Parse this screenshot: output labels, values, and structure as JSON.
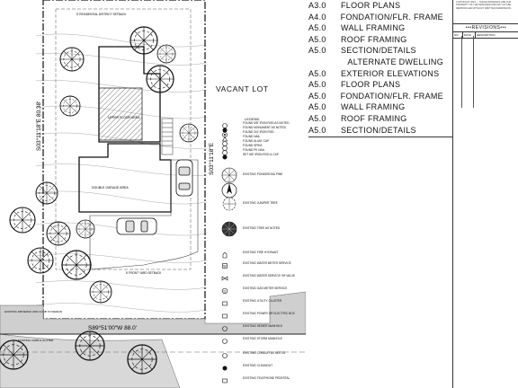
{
  "sheet_index": [
    {
      "num": "A3.0",
      "title": "FLOOR PLANS"
    },
    {
      "num": "A4.0",
      "title": "FONDATION/FLR. FRAME"
    },
    {
      "num": "A5.0",
      "title": "WALL FRAMING"
    },
    {
      "num": "A5.0",
      "title": "ROOF FRAMING"
    },
    {
      "num": "A5.0",
      "title": "SECTION/DETAILS"
    },
    {
      "num": "",
      "title": "ALTERNATE DWELLING",
      "alt": true
    },
    {
      "num": "A5.0",
      "title": "EXTERIOR ELEVATIONS"
    },
    {
      "num": "A5.0",
      "title": "FLOOR PLANS"
    },
    {
      "num": "A5.0",
      "title": "FONDATION/FLR. FRAME"
    },
    {
      "num": "A5.0",
      "title": "WALL FRAMING"
    },
    {
      "num": "A5.0",
      "title": "ROOF FRAMING"
    },
    {
      "num": "A5.0",
      "title": "SECTION/DETAILS"
    }
  ],
  "vacant_lot": "VACANT LOT",
  "legend": {
    "title": "LEGEND",
    "items": [
      {
        "label": "FOUND 5/8\" IRON ROD AS NOTED",
        "symbol": "circle"
      },
      {
        "label": "FOUND MONUMENT AS NOTED",
        "symbol": "dot"
      },
      {
        "label": "FOUND 3/4\" IRON ROD",
        "symbol": "circle-dot"
      },
      {
        "label": "FOUND NAIL",
        "symbol": "triangle"
      },
      {
        "label": "FOUND ALUM. CAP",
        "symbol": "circle"
      },
      {
        "label": "FOUND SPIKE",
        "symbol": "circle"
      },
      {
        "label": "FOUND PK NAIL",
        "symbol": "circle"
      },
      {
        "label": "SET 5/8\" IRON ROD & CAP",
        "symbol": "dot"
      },
      {
        "label": "EXISTING PONDEROSA PINE",
        "symbol": "tree-pine"
      },
      {
        "label": "EXISTING JUNIPER TREE",
        "symbol": "tree-juniper"
      },
      {
        "label": "EXISTING TREE AS NOTED",
        "symbol": "tree-solid"
      },
      {
        "label": "EXISTING FIRE HYDRANT",
        "symbol": "hydrant"
      },
      {
        "label": "EXISTING WATER METER SERVICE",
        "symbol": "meter"
      },
      {
        "label": "EXISTING WATER SERVICE OR VALVE",
        "symbol": "valve"
      },
      {
        "label": "EXISTING GAS METER SERVICE",
        "symbol": "gas"
      },
      {
        "label": "EXISTING UTILITY CLUSTER",
        "symbol": "box"
      },
      {
        "label": "EXISTING POWER OR ELECTRIC BOX",
        "symbol": "box"
      },
      {
        "label": "EXISTING SEWER MANHOLE",
        "symbol": "circle"
      },
      {
        "label": "EXISTING STORM MANHOLE",
        "symbol": "circle"
      },
      {
        "label": "EXISTING CONDUIT AS NOTED",
        "symbol": "circle"
      },
      {
        "label": "EXISTING CLEANOUT",
        "symbol": "dot"
      },
      {
        "label": "EXISTING TELEPHONE PEDESTAL",
        "symbol": "box"
      }
    ]
  },
  "site_labels": {
    "upper_floor": "UPPER FLOOR AREA",
    "lower_floor": "DOUBLE GARAGE AREA",
    "bearing_left": "S03°11'18\"E 80.38'",
    "bearing_bottom": "S89°51'00\"W 88.0'",
    "bearing_right": "S03°11'18\"E",
    "setback_top": "5' RESIDENTIAL DISTRICT SETBACK",
    "setback_bottom": "5' FRONT YARD SETBACK",
    "bottom_left_note": "EXISTING DRIVEWAY AND CURB TO REMAIN",
    "sidewalk_note": "EXISTING CURB & GUTTER"
  },
  "revisions": {
    "note": "COPYRIGHT 2019 — THESE DRAWINGS ARE THE PROPERTY OF THE DESIGNER AND MAY NOT BE REPRODUCED WITHOUT WRITTEN PERMISSION.",
    "title": "•••REVISIONS•••",
    "columns": [
      "NO.",
      "DATE",
      "DESCRIPTION"
    ]
  }
}
